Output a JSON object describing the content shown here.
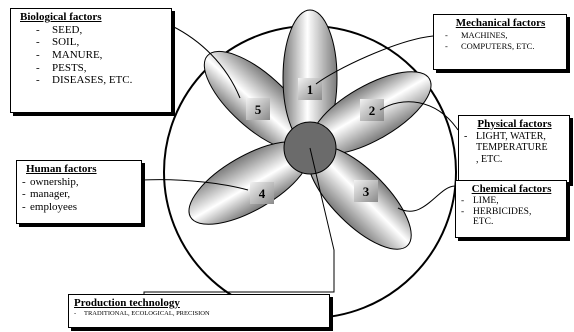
{
  "petals": [
    {
      "number": "1"
    },
    {
      "number": "2"
    },
    {
      "number": "3"
    },
    {
      "number": "4"
    },
    {
      "number": "5"
    }
  ],
  "boxes": {
    "biological": {
      "title": "Biological factors",
      "items": [
        "SEED,",
        "SOIL,",
        "MANURE,",
        "PESTS,",
        "DISEASES, ETC."
      ]
    },
    "mechanical": {
      "title": "Mechanical factors",
      "items": [
        "MACHINES,",
        "COMPUTERS, ETC."
      ]
    },
    "physical": {
      "title": "Physical factors",
      "item": "LIGHT, WATER,",
      "continuation": [
        "TEMPERATURE",
        ", ETC."
      ]
    },
    "human": {
      "title": "Human factors",
      "items": [
        "ownership,",
        "manager,",
        "employees"
      ]
    },
    "chemical": {
      "title": "Chemical factors",
      "items": [
        "LIME,",
        "HERBICIDES,"
      ],
      "continuation": "ETC."
    },
    "production": {
      "title": "Production technology",
      "items": [
        "TRADITIONAL, ECOLOGICAL, PRECISION"
      ]
    }
  },
  "colors": {
    "outline": "#000000",
    "hub": "#6b6b6b",
    "petal_light": "#ffffff",
    "petal_dark": "#7a7a7a",
    "number_tile_light": "#e6e6e6",
    "number_tile_dark": "#8a8a8a"
  }
}
